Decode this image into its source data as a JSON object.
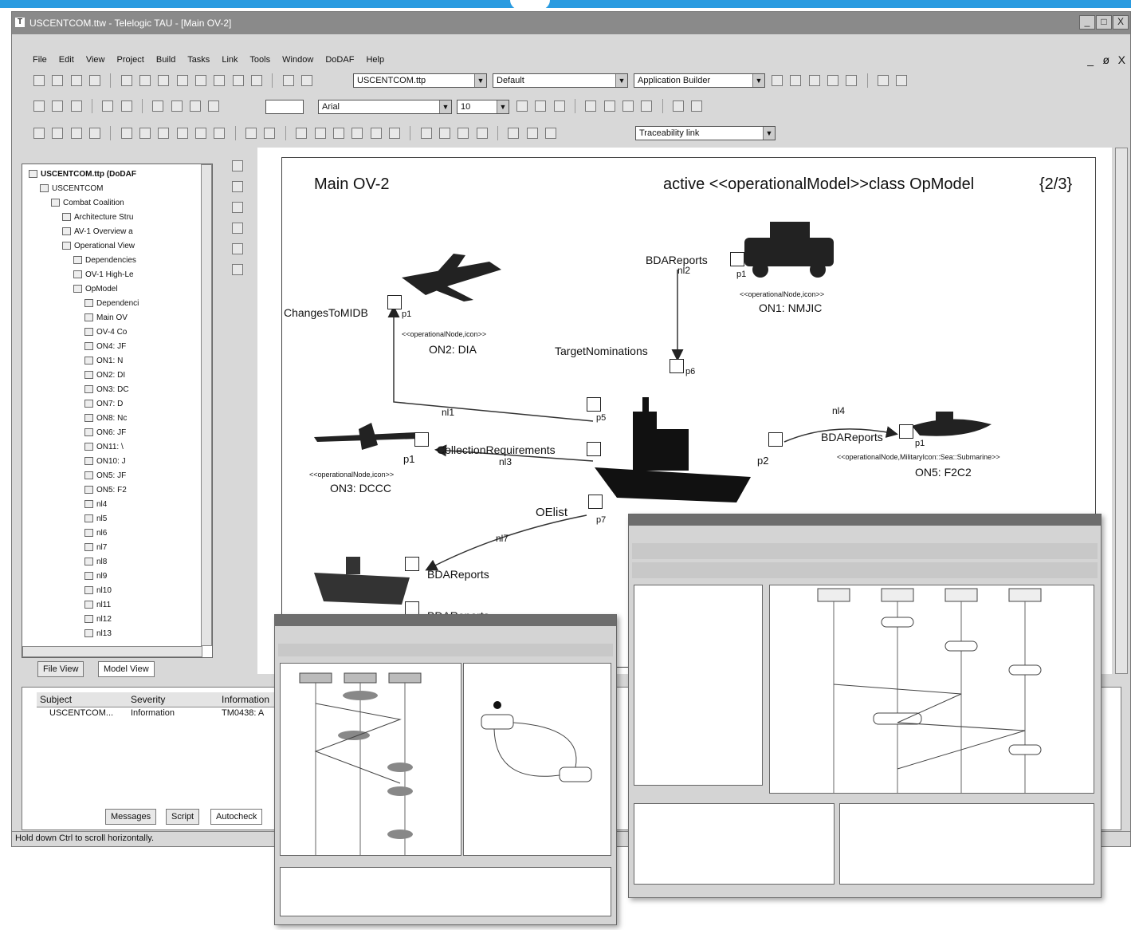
{
  "window": {
    "title": "USCENTCOM.ttw - Telelogic TAU - [Main OV-2]",
    "app_icon": "T",
    "controls": [
      "_",
      "□",
      "X"
    ],
    "mdi_controls": [
      "_",
      "ø",
      "X"
    ]
  },
  "menu": [
    "File",
    "Edit",
    "View",
    "Project",
    "Build",
    "Tasks",
    "Link",
    "Tools",
    "Window",
    "DoDAF",
    "Help"
  ],
  "toolbar": {
    "file_combo": "USCENTCOM.ttp",
    "config_combo": "Default",
    "builder_combo": "Application Builder",
    "font_combo": "Arial",
    "size_combo": "10",
    "link_combo": "Traceability link"
  },
  "tree": {
    "items": [
      {
        "label": "USCENTCOM.ttp (DoDAF",
        "level": 0,
        "bold": true
      },
      {
        "label": "USCENTCOM",
        "level": 1
      },
      {
        "label": "Combat Coalition",
        "level": 2
      },
      {
        "label": "Architecture Stru",
        "level": 3
      },
      {
        "label": "AV-1 Overview a",
        "level": 3
      },
      {
        "label": "Operational View",
        "level": 3
      },
      {
        "label": "Dependencies",
        "level": 4
      },
      {
        "label": "OV-1 High-Le",
        "level": 4
      },
      {
        "label": "OpModel",
        "level": 4
      },
      {
        "label": "Dependenci",
        "level": 5
      },
      {
        "label": "Main OV",
        "level": 5
      },
      {
        "label": "OV-4 Co",
        "level": 5
      },
      {
        "label": "ON4: JF",
        "level": 5
      },
      {
        "label": "ON1: N",
        "level": 5
      },
      {
        "label": "ON2: DI",
        "level": 5
      },
      {
        "label": "ON3: DC",
        "level": 5
      },
      {
        "label": "ON7: D",
        "level": 5
      },
      {
        "label": "ON8: Nc",
        "level": 5
      },
      {
        "label": "ON6: JF",
        "level": 5
      },
      {
        "label": "ON11: \\",
        "level": 5
      },
      {
        "label": "ON10: J",
        "level": 5
      },
      {
        "label": "ON5: JF",
        "level": 5
      },
      {
        "label": "ON5: F2",
        "level": 5
      },
      {
        "label": "nl4",
        "level": 5
      },
      {
        "label": "nl5",
        "level": 5
      },
      {
        "label": "nl6",
        "level": 5
      },
      {
        "label": "nl7",
        "level": 5
      },
      {
        "label": "nl8",
        "level": 5
      },
      {
        "label": "nl9",
        "level": 5
      },
      {
        "label": "nl10",
        "level": 5
      },
      {
        "label": "nl11",
        "level": 5
      },
      {
        "label": "nl12",
        "level": 5
      },
      {
        "label": "nl13",
        "level": 5
      }
    ],
    "tabs": [
      "File View",
      "Model View"
    ]
  },
  "diagram": {
    "title": "Main OV-2",
    "header": "active <<operationalModel>>class OpModel",
    "page": "{2/3}",
    "labels": {
      "changes": "ChangesToMIDB",
      "bda1": "BDAReports",
      "nl2": "nl2",
      "p1a": "p1",
      "on1_stereo": "<<operationalNode,icon>>",
      "on1": "ON1: NMJIC",
      "p1b": "p1",
      "on2_stereo": "<<operationalNode,icon>>",
      "on2": "ON2: DIA",
      "target": "TargetNominations",
      "p6": "p6",
      "nl1": "nl1",
      "p5": "p5",
      "nl4": "nl4",
      "bda2": "BDAReports",
      "p1c": "p1",
      "on5_stereo": "<<operationalNode,MilitaryIcon::Sea::Submarine>>",
      "on5": "ON5: F2C2",
      "p1d": "p1",
      "collection": "CollectionRequirements",
      "nl3": "nl3",
      "on3_stereo": "<<operationalNode,icon>>",
      "on3": "ON3: DCCC",
      "p2": "p2",
      "oelist": "OElist",
      "nl7": "nl7",
      "p7": "p7",
      "bda3": "BDAReports",
      "bda4": "BDAReports"
    }
  },
  "output": {
    "columns": [
      "Subject",
      "Severity",
      "Information"
    ],
    "row": [
      "USCENTCOM...",
      "Information",
      "TM0438: A"
    ],
    "tabs": [
      "Messages",
      "Script",
      "Autocheck"
    ]
  },
  "status": "Hold down Ctrl to scroll horizontally."
}
